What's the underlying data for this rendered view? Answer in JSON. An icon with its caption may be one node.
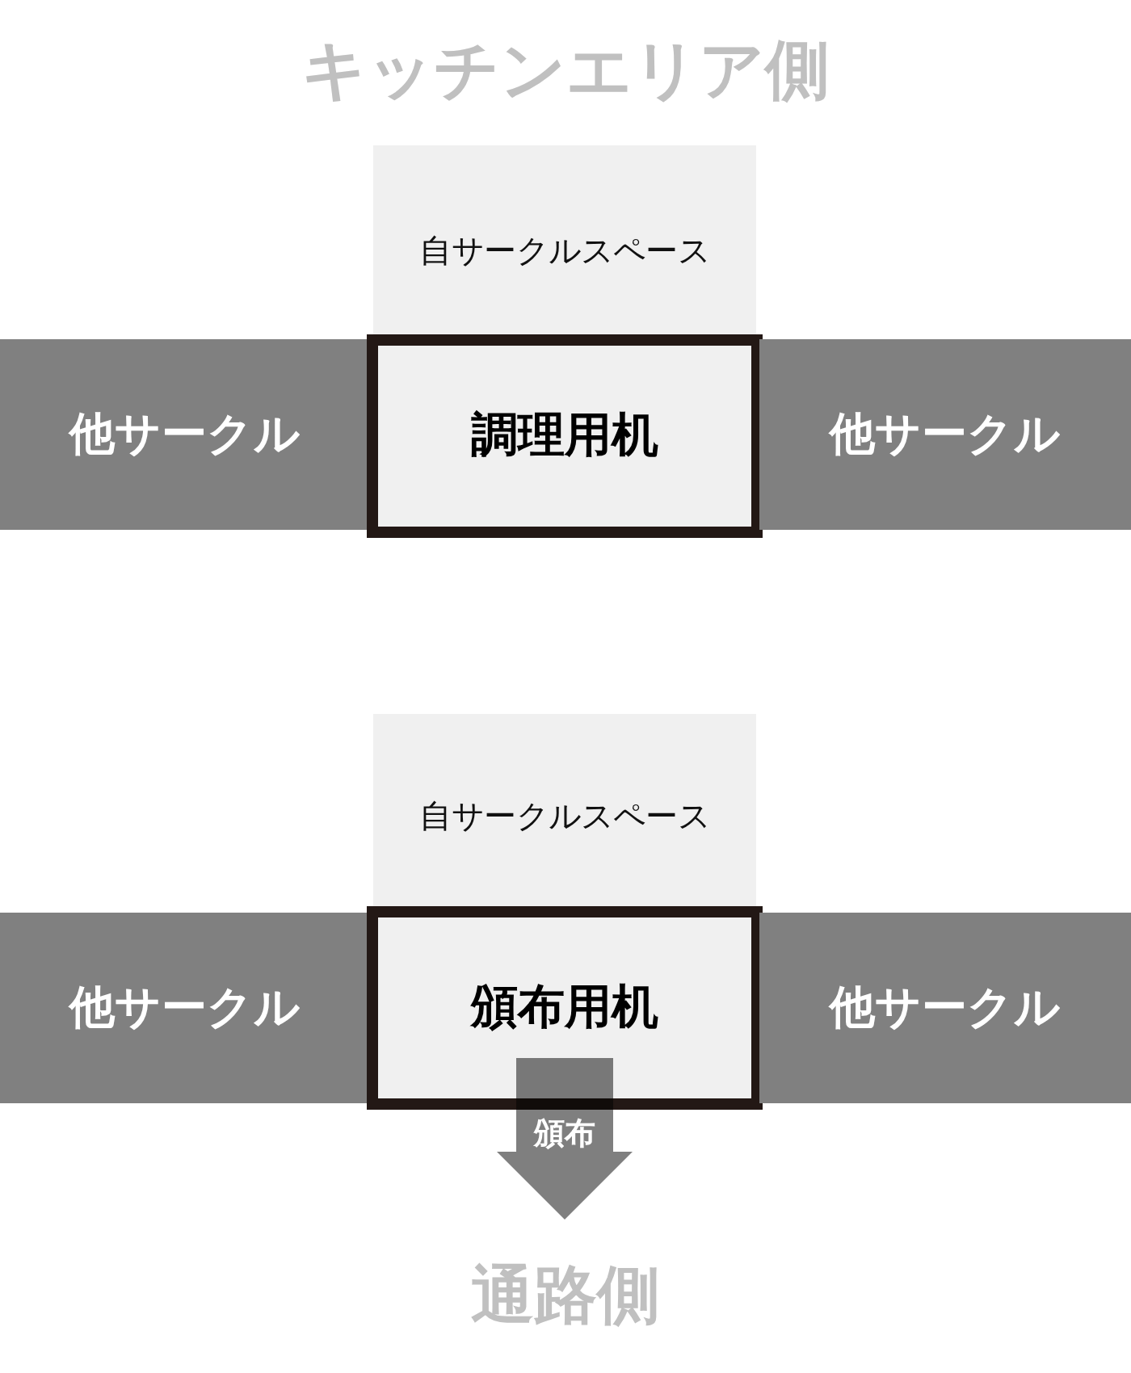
{
  "diagram": {
    "title": "キッチンエリア側",
    "nodes": [
      {
        "text": [
          "自サークルスペース"
        ]
      },
      {
        "text": [
          "他サークル"
        ]
      },
      {
        "text": [
          "調理用机"
        ]
      },
      {
        "text": [
          "他サークル"
        ]
      },
      {
        "text": [
          "自サークルスペース"
        ]
      },
      {
        "text": [
          "他サークル"
        ]
      },
      {
        "text": [
          "頒布用机"
        ]
      },
      {
        "text": [
          "他サークル"
        ]
      },
      {
        "text": [
          "通路側"
        ]
      }
    ],
    "edges": [
      {
        "from": 6,
        "to": 8,
        "arrow": "to",
        "label": "頒布",
        "style": "thick"
      }
    ]
  }
}
